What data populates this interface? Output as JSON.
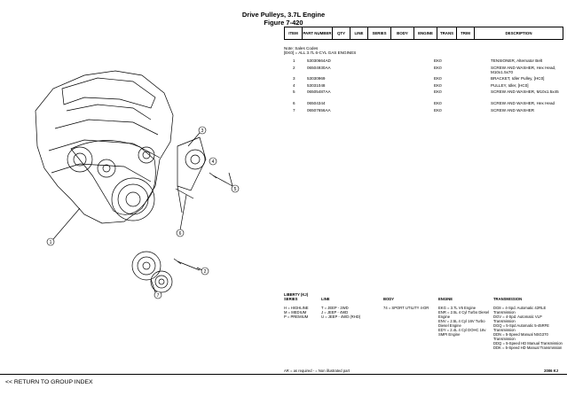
{
  "header": {
    "title": "Drive Pulleys, 3.7L Engine",
    "figure": "Figure 7-420"
  },
  "table": {
    "columns": [
      "ITEM",
      "PART NUMBER",
      "QTY",
      "LINE",
      "SERIES",
      "BODY",
      "ENGINE",
      "TRANS",
      "TRIM",
      "DESCRIPTION"
    ]
  },
  "notes": {
    "line1": "Note: Sales Codes",
    "line2": "[EK0] = ALL 3.7L 6-CYL GAS ENGINES"
  },
  "parts": [
    {
      "item": "1",
      "part": "53030664AD",
      "engine": "EK0",
      "desc": "TENSIONER, Alternator Belt"
    },
    {
      "item": "2",
      "part": "06504930AA",
      "engine": "EK0",
      "desc": "SCREW AND WASHER, Hex Head, M10x1.5x70"
    },
    {
      "item": "3",
      "part": "53030969",
      "engine": "EK0",
      "desc": "BRACKET, Idler Pulley, [HC0]"
    },
    {
      "item": "4",
      "part": "53031048",
      "engine": "EK0",
      "desc": "PULLEY, Idler, [HC0]"
    },
    {
      "item": "5",
      "part": "06505487AA",
      "engine": "EK0",
      "desc": "SCREW AND WASHER, M10x1.5x45"
    },
    {
      "item": "6",
      "part": "06504344",
      "engine": "EK0",
      "desc": "SCREW AND WASHER, Hex Head"
    },
    {
      "item": "7",
      "part": "06507656AA",
      "engine": "EK0",
      "desc": "SCREW AND WASHER"
    }
  ],
  "legend": {
    "model": "LIBERTY (KJ)",
    "series_head": "SERIES",
    "series": "H = HIGHLINE\nM = MEDIUM\nP = PREMIUM",
    "line_head": "LINE",
    "line": "T = JEEP - 2WD\nJ = JEEP - 4WD\nU = JEEP - 4WD (RHD)",
    "body_head": "BODY",
    "body": "74 = SPORT UTILITY 4-DR",
    "engine_head": "ENGINE",
    "engine": "EKG = 3.7L V6 Engine\nENR = 2.5L 4 Cyl Turbo Diesel Engine\nENV = 2.5L 4 Cyl 16V Turbo Diesel Engine\nEDY = 2.4L 4 Cyl DOHC 16v SMPI Engine",
    "trans_head": "TRANSMISSION",
    "trans": "DG8 = 4-Spd. Automatic 42RLE Transmission\nDGV = 4-Spd. Automatic VLP Transmission\nDGQ = 5-Spd Automatic 5-45RFE Transmission\nDDN = 5-Speed Manual NSG370 Transmission\nDDQ = 5-Speed HD Manual Transmission\nDDK = 5-Speed HD Manual Transmission"
  },
  "footer": {
    "note": "AR = as required   - = Non illustrated part",
    "year": "2006 KJ"
  },
  "nav": {
    "return_label": "<< RETURN TO GROUP INDEX"
  },
  "callouts": [
    "1",
    "2",
    "3",
    "4",
    "5",
    "6",
    "7"
  ]
}
